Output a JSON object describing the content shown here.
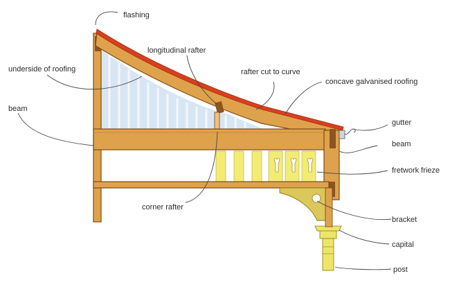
{
  "labels": {
    "flashing": "flashing",
    "longitudinal_rafter": "longitudinal rafter",
    "underside_of_roofing": "underside of roofing",
    "rafter_cut_to_curve": "rafter cut to curve",
    "concave_galvanised_roofing": "concave galvanised roofing",
    "beam_left": "beam",
    "gutter": "gutter",
    "beam_right": "beam",
    "fretwork_frieze": "fretwork frieze",
    "corner_rafter": "corner rafter",
    "bracket": "bracket",
    "capital": "capital",
    "post": "post"
  },
  "colors": {
    "timber": "#dfa24c",
    "timber_dark": "#b8782a",
    "roofing_red": "#d9401e",
    "sky_blue": "#d8e6f3",
    "fretwork_yellow": "#f2ec74",
    "post_yellow": "#ece56a",
    "joint_brown": "#8a5520"
  }
}
